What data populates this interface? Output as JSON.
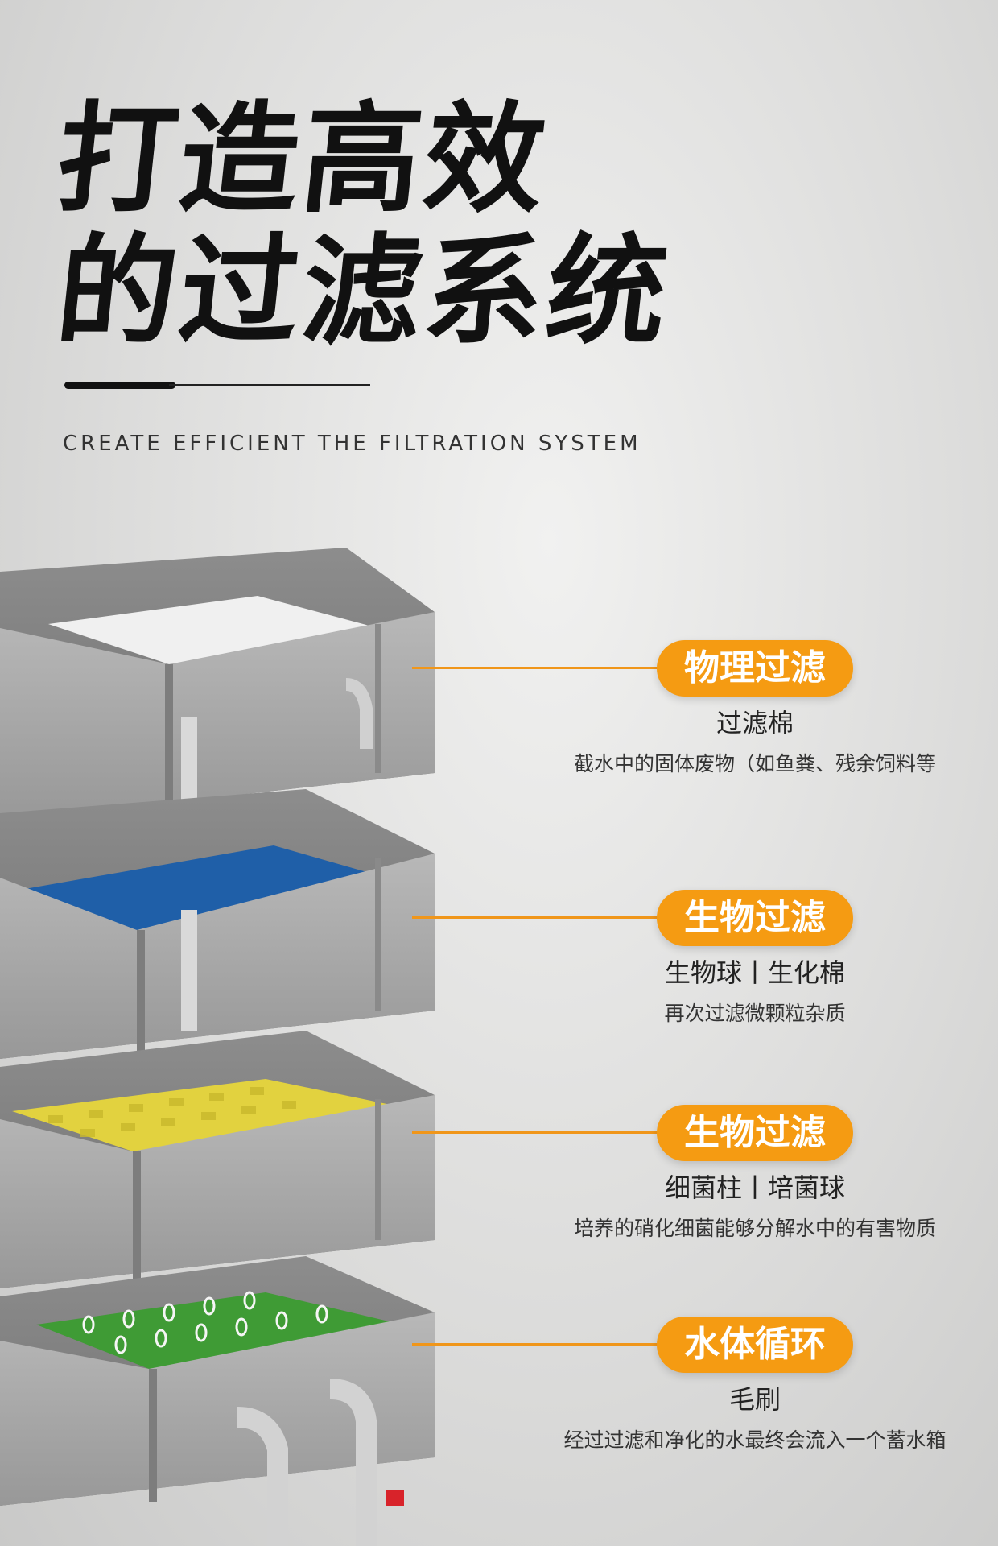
{
  "header": {
    "title_line1": "打造高效",
    "title_line2": "的过滤系统",
    "subtitle": "CREATE EFFICIENT THE FILTRATION SYSTEM"
  },
  "colors": {
    "accent": "#f59b12",
    "crate_gray": "#a9a9a9",
    "sponge_white": "#f2f2f2",
    "mat_blue": "#1f5fa8",
    "media_yellow": "#e2d23f",
    "brush_green": "#3f9b35",
    "valve_red": "#d8232a"
  },
  "layers": [
    {
      "tag": "物理过滤",
      "name": "过滤棉",
      "desc": "截水中的固体废物（如鱼粪、残余饲料等"
    },
    {
      "tag": "生物过滤",
      "name": "生物球丨生化棉",
      "desc": "再次过滤微颗粒杂质"
    },
    {
      "tag": "生物过滤",
      "name": "细菌柱丨培菌球",
      "desc": "培养的硝化细菌能够分解水中的有害物质"
    },
    {
      "tag": "水体循环",
      "name": "毛刷",
      "desc": "经过过滤和净化的水最终会流入一个蓄水箱"
    }
  ]
}
